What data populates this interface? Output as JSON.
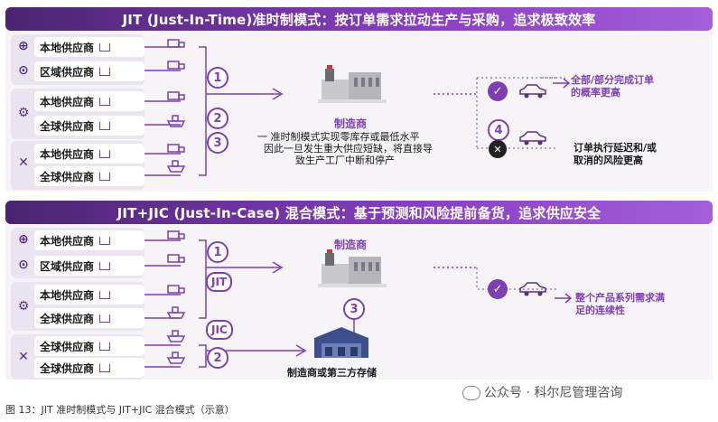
{
  "top": {
    "banner": "JIT (Just-In-Time)准时制模式：按订单需求拉动生产与采购，追求极致效率",
    "suppliers": [
      "本地供应商",
      "区域供应商",
      "本地供应商",
      "全球供应商",
      "本地供应商",
      "全球供应商"
    ],
    "badges": [
      "1",
      "2",
      "3",
      "4"
    ],
    "manufacturer_title": "制造商",
    "manufacturer_desc": [
      "一 准时制模式实现零库存或最低水平",
      "因此一旦发生重大供应短缺，将直接导",
      "致生产工厂中断和停产"
    ],
    "outcome_good": [
      "全部/部分完成订单",
      "的概率更高"
    ],
    "outcome_bad": [
      "订单执行延迟和/或",
      "取消的风险更高"
    ]
  },
  "bottom": {
    "banner": "JIT+JIC (Just-In-Case) 混合模式：基于预测和风险提前备货，追求供应安全",
    "suppliers": [
      "本地供应商",
      "区域供应商",
      "本地供应商",
      "全球供应商",
      "全球供应商",
      "全球供应商"
    ],
    "badges": [
      "1",
      "JIT",
      "JIC",
      "2",
      "3"
    ],
    "manufacturer_title": "制造商",
    "warehouse_label": "制造商或第三方存储",
    "outcome_good": [
      "整个产品系列需求满",
      "足的连续性"
    ]
  },
  "caption": "图 13：JIT 准时制模式与 JIT+JIC 混合模式（示意）",
  "watermark": "公众号 · 科尔尼管理咨询",
  "colors": {
    "accent": "#7e3fb3",
    "banner_start": "#5b2d82",
    "banner_end": "#9b4fd0"
  }
}
